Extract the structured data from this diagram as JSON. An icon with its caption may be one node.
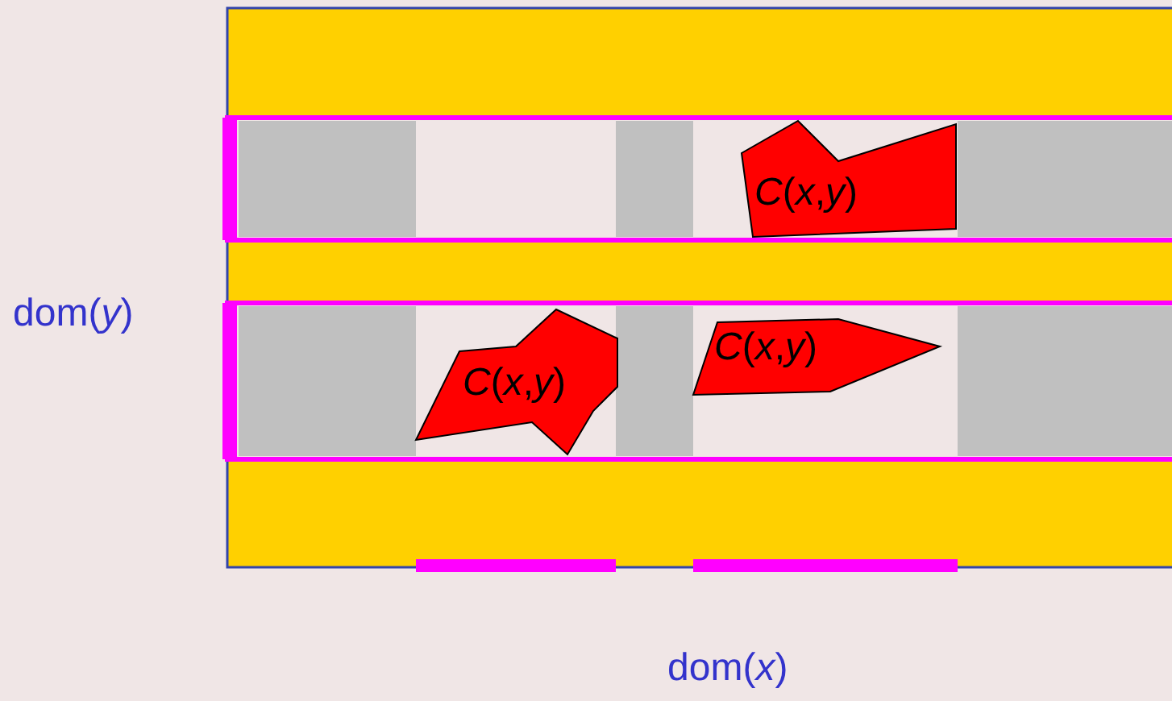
{
  "diagram": {
    "nodes": [
      {
        "text": [
          "*C*(*x*,*y*)"
        ]
      },
      {
        "text": [
          "*C*(*x*,*y*)"
        ]
      },
      {
        "text": [
          "*C*(*x*,*y*)"
        ]
      }
    ],
    "edges": [],
    "labels": [
      "dom(*y*)",
      "dom(*x*)"
    ]
  }
}
